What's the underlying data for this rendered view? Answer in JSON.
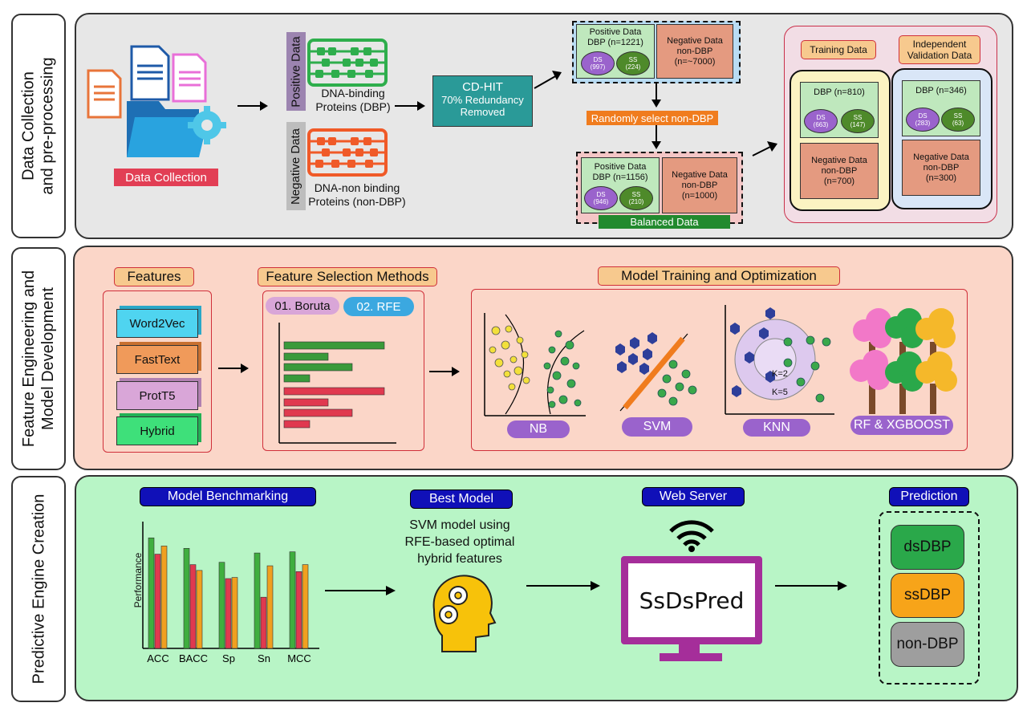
{
  "rows": [
    {
      "label": "Data Collection\nand pre-processing"
    },
    {
      "label": "Feature Engineering and\nModel Development"
    },
    {
      "label": "Predictive Engine Creation"
    }
  ],
  "row1": {
    "data_collection_label": "Data Collection",
    "positive_tag": "Positive Data",
    "negative_tag": "Negative Data",
    "dbp_label": "DNA-binding\nProteins (DBP)",
    "nondbp_label": "DNA-non binding\nProteins (non-DBP)",
    "cdhit": {
      "title": "CD-HIT",
      "line1": "70% Redundancy",
      "line2": "Removed"
    },
    "initial": {
      "positive_title": "Positive Data\nDBP (n=1221)",
      "ds": "DS\n(997)",
      "ss": "SS\n(224)",
      "negative": "Negative Data\nnon-DBP\n(n=~7000)"
    },
    "random_select": "Randomly select non-DBP",
    "balanced": {
      "positive_title": "Positive Data\nDBP (n=1156)",
      "ds": "DS\n(946)",
      "ss": "SS\n(210)",
      "negative": "Negative Data\nnon-DBP\n(n=1000)",
      "label": "Balanced Data"
    },
    "training": {
      "label": "Training Data",
      "dbp": "DBP (n=810)",
      "ds": "DS\n(663)",
      "ss": "SS\n(147)",
      "negative": "Negative Data\nnon-DBP\n(n=700)"
    },
    "validation": {
      "label": "Independent\nValidation Data",
      "dbp": "DBP (n=346)",
      "ds": "DS\n(283)",
      "ss": "SS\n(63)",
      "negative": "Negative Data\nnon-DBP\n(n=300)"
    }
  },
  "row2": {
    "features_title": "Features",
    "features": [
      "Word2Vec",
      "FastText",
      "ProtT5",
      "Hybrid"
    ],
    "selection_title": "Feature Selection Methods",
    "boruta": "01. Boruta",
    "rfe": "02. RFE",
    "training_title": "Model Training and Optimization",
    "models": [
      "NB",
      "SVM",
      "KNN",
      "RF & XGBOOST"
    ],
    "knn_k2": "K=2",
    "knn_k5": "K=5"
  },
  "row3": {
    "benchmark_title": "Model Benchmarking",
    "best_title": "Best Model",
    "best_text": "SVM model using\nRFE-based optimal\nhybrid features",
    "server_title": "Web Server",
    "server_name": "SsDsPred",
    "prediction_title": "Prediction",
    "predictions": [
      "dsDBP",
      "ssDBP",
      "non-DBP"
    ]
  },
  "chart_data": {
    "type": "bar",
    "ylabel": "Performance",
    "categories": [
      "ACC",
      "BACC",
      "Sp",
      "Sn",
      "MCC"
    ],
    "series": [
      {
        "color": "#3fae3f",
        "values": [
          0.95,
          0.86,
          0.74,
          0.82,
          0.83
        ]
      },
      {
        "color": "#e0394f",
        "values": [
          0.81,
          0.72,
          0.6,
          0.44,
          0.66
        ]
      },
      {
        "color": "#f0a020",
        "values": [
          0.88,
          0.67,
          0.61,
          0.71,
          0.72
        ]
      }
    ],
    "colors_extra": [
      "#e0394f"
    ]
  }
}
